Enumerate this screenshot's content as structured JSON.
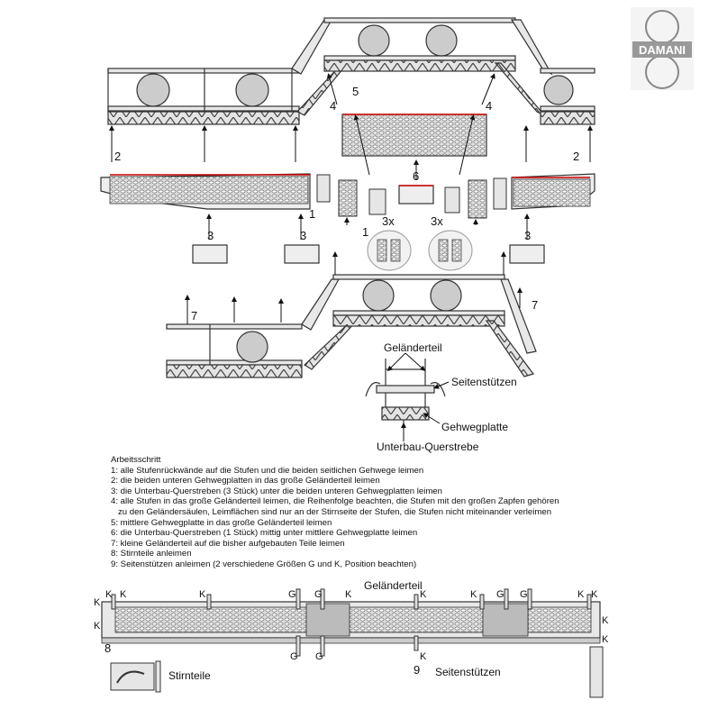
{
  "logo": {
    "text": "DAMANI"
  },
  "labels": {
    "n1a": "1",
    "n1b": "1",
    "n2a": "2",
    "n2b": "2",
    "n3a": "3",
    "n3b": "3",
    "n3c": "3",
    "n3xa": "3x",
    "n3xb": "3x",
    "n4a": "4",
    "n4b": "4",
    "n5": "5",
    "n6": "6",
    "n7a": "7",
    "n7b": "7",
    "n8": "8",
    "n9": "9"
  },
  "cross_section": {
    "gelaenderteil": "Geländerteil",
    "seitenstuetzen": "Seitenstützen",
    "gehwegplatte": "Gehwegplatte",
    "unterbau": "Unterbau-Querstrebe"
  },
  "steps": {
    "title": "Arbeitsschritt",
    "items": [
      "1: alle Stufenrückwände auf die Stufen und die beiden seitlichen Gehwege leimen",
      "2: die beiden unteren Gehwegplatten in das große Geländerteil leimen",
      "3: die Unterbau-Querstreben (3 Stück) unter die beiden unteren Gehwegplatten leimen",
      "4: alle Stufen in das große Geländerteil leimen, die Reihenfolge beachten, die Stufen mit den großen Zapfen gehören",
      "zu den Geländersäulen, Leimflächen sind nur an der Stirnseite der Stufen, die Stufen nicht miteinander verleimen",
      "5: mittlere Gehwegplatte in das große Geländerteil leimen",
      "6: die Unterbau-Querstreben (1 Stück) mittig unter mittlere Gehwegplatte leimen",
      "7: kleine Geländerteil auf die bisher aufgebauten Teile leimen",
      "8: Stirnteile anleimen",
      "9: Seitenstützen anleimen (2 verschiedene Größen G und K, Position beachten)"
    ]
  },
  "bottom": {
    "gelaenderteil": "Geländerteil",
    "seitenstuetzen": "Seitenstützen",
    "stirnteile": "Stirnteile",
    "k": "K",
    "g": "G"
  }
}
